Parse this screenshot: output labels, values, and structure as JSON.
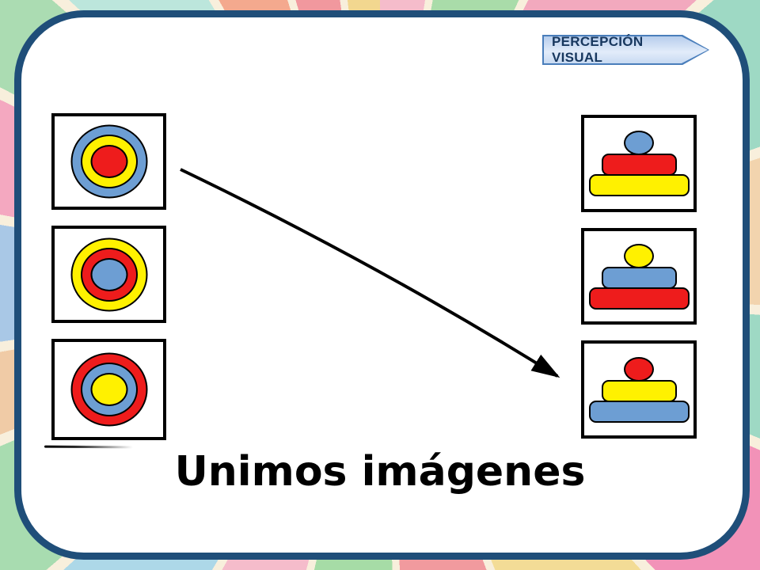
{
  "page": {
    "badge": {
      "label": "PERCEPCIÓN VISUAL"
    },
    "title": "Unimos imágenes"
  },
  "colors": {
    "red": "#EE1C1C",
    "yellow": "#FFF100",
    "blue": "#6D9ED3",
    "card_border": "#1F4E79",
    "badge_border": "#4A7EBB",
    "badge_text": "#17375E",
    "shape_outline": "#000000",
    "arrow": "#000000",
    "title_text": "#000000"
  },
  "left_column": {
    "items": [
      {
        "type": "concentric-circles",
        "outer": "blue",
        "middle": "yellow",
        "inner": "red"
      },
      {
        "type": "concentric-circles",
        "outer": "yellow",
        "middle": "red",
        "inner": "blue"
      },
      {
        "type": "concentric-circles",
        "outer": "red",
        "middle": "blue",
        "inner": "yellow"
      }
    ]
  },
  "right_column": {
    "items": [
      {
        "type": "stacked-shapes",
        "top": "blue",
        "middle": "red",
        "bottom": "yellow"
      },
      {
        "type": "stacked-shapes",
        "top": "yellow",
        "middle": "blue",
        "bottom": "red"
      },
      {
        "type": "stacked-shapes",
        "top": "red",
        "middle": "yellow",
        "bottom": "blue"
      }
    ]
  },
  "connector": {
    "from": "left-item-1",
    "to": "right-item-3"
  }
}
